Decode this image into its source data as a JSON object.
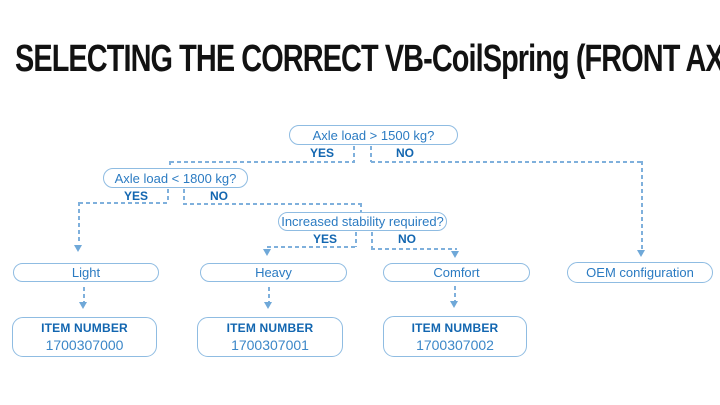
{
  "title": "SELECTING THE CORRECT VB-CoilSpring (FRONT AXLE)",
  "labels": {
    "yes": "YES",
    "no": "NO"
  },
  "colors": {
    "box_border": "#8FBCE2",
    "box_text": "#2B7BC2",
    "bold_label": "#1266B0",
    "dashed_line": "#7FB0DC",
    "arrow": "#6FA8D8",
    "title": "#121212",
    "background": "#FFFFFF"
  },
  "flowchart": {
    "decisions": [
      {
        "question": "Axle load > 1500 kg?"
      },
      {
        "question": "Axle load < 1800 kg?"
      },
      {
        "question": "Increased stability required?"
      }
    ],
    "results": [
      {
        "label": "Light"
      },
      {
        "label": "Heavy"
      },
      {
        "label": "Comfort"
      },
      {
        "label": "OEM configuration"
      }
    ],
    "items": [
      {
        "heading": "ITEM NUMBER",
        "number": "1700307000"
      },
      {
        "heading": "ITEM NUMBER",
        "number": "1700307001"
      },
      {
        "heading": "ITEM NUMBER",
        "number": "1700307002"
      }
    ]
  }
}
